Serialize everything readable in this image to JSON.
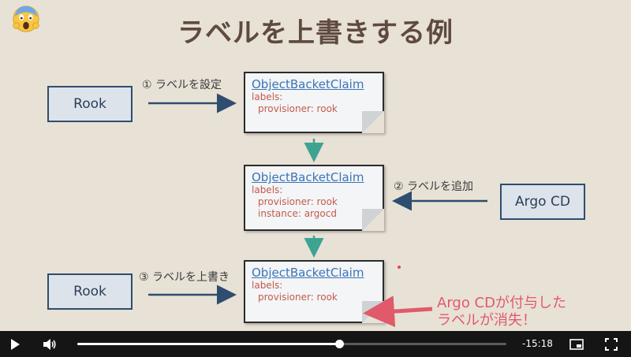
{
  "slide": {
    "title": "ラベルを上書きする例",
    "actors": {
      "rook_top": "Rook",
      "argo": "Argo CD",
      "rook_bottom": "Rook"
    },
    "steps": {
      "set": "① ラベルを設定",
      "add": "② ラベルを追加",
      "overwrite": "③ ラベルを上書き"
    },
    "cards": [
      {
        "title": "ObjectBacketClaim",
        "lines": [
          "labels:",
          "provisioner: rook"
        ]
      },
      {
        "title": "ObjectBacketClaim",
        "lines": [
          "labels:",
          "provisioner: rook",
          "instance: argocd"
        ]
      },
      {
        "title": "ObjectBacketClaim",
        "lines": [
          "labels:",
          "provisioner: rook"
        ]
      }
    ],
    "note": {
      "line1": "Argo CDが付与した",
      "line2": "ラベルが消失！"
    }
  },
  "player": {
    "time_remaining": "-15:18",
    "progress": 0.61,
    "colors": {
      "bar": "#151515",
      "played": "#ffffff",
      "track": "#5b5b5b"
    }
  },
  "colors": {
    "background": "#e8e1d6",
    "title": "#5f4a3f",
    "arrow_solid": "#2f4d6e",
    "arrow_dashed": "#3fa392",
    "note": "#e05a6c",
    "card_title": "#3b74b8",
    "card_text": "#c45a4b"
  }
}
